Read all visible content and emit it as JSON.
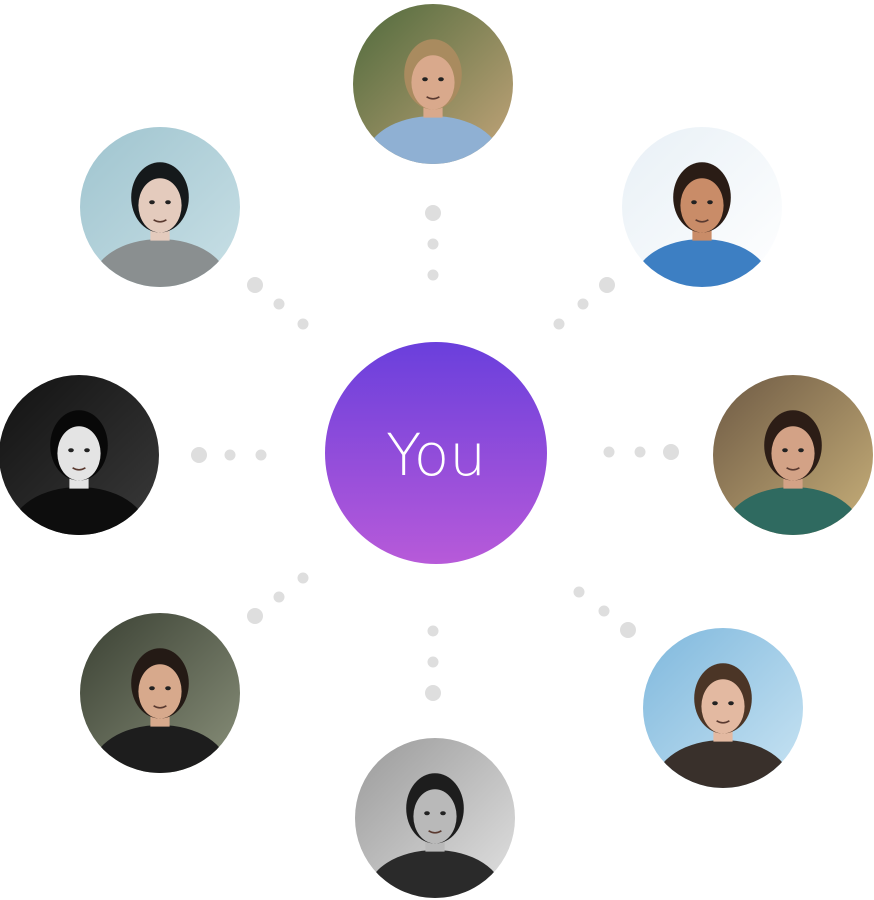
{
  "center": {
    "label": "You",
    "gradient_top": "#6a3fdc",
    "gradient_bottom": "#b75ad9",
    "label_color": "#ffffff"
  },
  "connector_dot_color": "#dedede",
  "people": [
    {
      "id": "top",
      "portrait": "woman-sunglasses-denim-shirt",
      "tone": "color",
      "bg": "#4f6a3c",
      "bg2": "#c4a57a",
      "skin": "#d9a98c",
      "hair": "#a98b5f",
      "shirt": "#8fb0d3"
    },
    {
      "id": "top-right",
      "portrait": "man-playing-guitar",
      "tone": "color",
      "bg": "#e8f0f6",
      "bg2": "#ffffff",
      "skin": "#c98c68",
      "hair": "#2a1c15",
      "shirt": "#3d7fc3"
    },
    {
      "id": "right",
      "portrait": "man-green-tshirt",
      "tone": "color",
      "bg": "#6e5a44",
      "bg2": "#c8b07a",
      "skin": "#d3a286",
      "hair": "#2c1d16",
      "shirt": "#2f6a60"
    },
    {
      "id": "bottom-right",
      "portrait": "man-long-hair-sky",
      "tone": "color",
      "bg": "#7fb8dd",
      "bg2": "#c9e4f3",
      "skin": "#e3b9a1",
      "hair": "#4b3526",
      "shirt": "#39302b"
    },
    {
      "id": "bottom",
      "portrait": "man-bw-closeup",
      "tone": "bw",
      "bg": "#9a9a9a",
      "bg2": "#e2e2e2",
      "skin": "#b9b9b9",
      "hair": "#1d1d1d",
      "shirt": "#2a2a2a"
    },
    {
      "id": "bottom-left",
      "portrait": "man-leather-jacket",
      "tone": "color",
      "bg": "#3a4033",
      "bg2": "#89907a",
      "skin": "#d7a98c",
      "hair": "#241a15",
      "shirt": "#1d1d1d"
    },
    {
      "id": "left",
      "portrait": "man-bw-smiling",
      "tone": "bw",
      "bg": "#121212",
      "bg2": "#3a3a3a",
      "skin": "#e4e4e4",
      "hair": "#080808",
      "shirt": "#0d0d0d"
    },
    {
      "id": "top-left",
      "portrait": "woman-hands-together",
      "tone": "color",
      "bg": "#9fc4cf",
      "bg2": "#c9e0e6",
      "skin": "#e4cbbd",
      "hair": "#15191b",
      "shirt": "#8a8f90"
    }
  ]
}
